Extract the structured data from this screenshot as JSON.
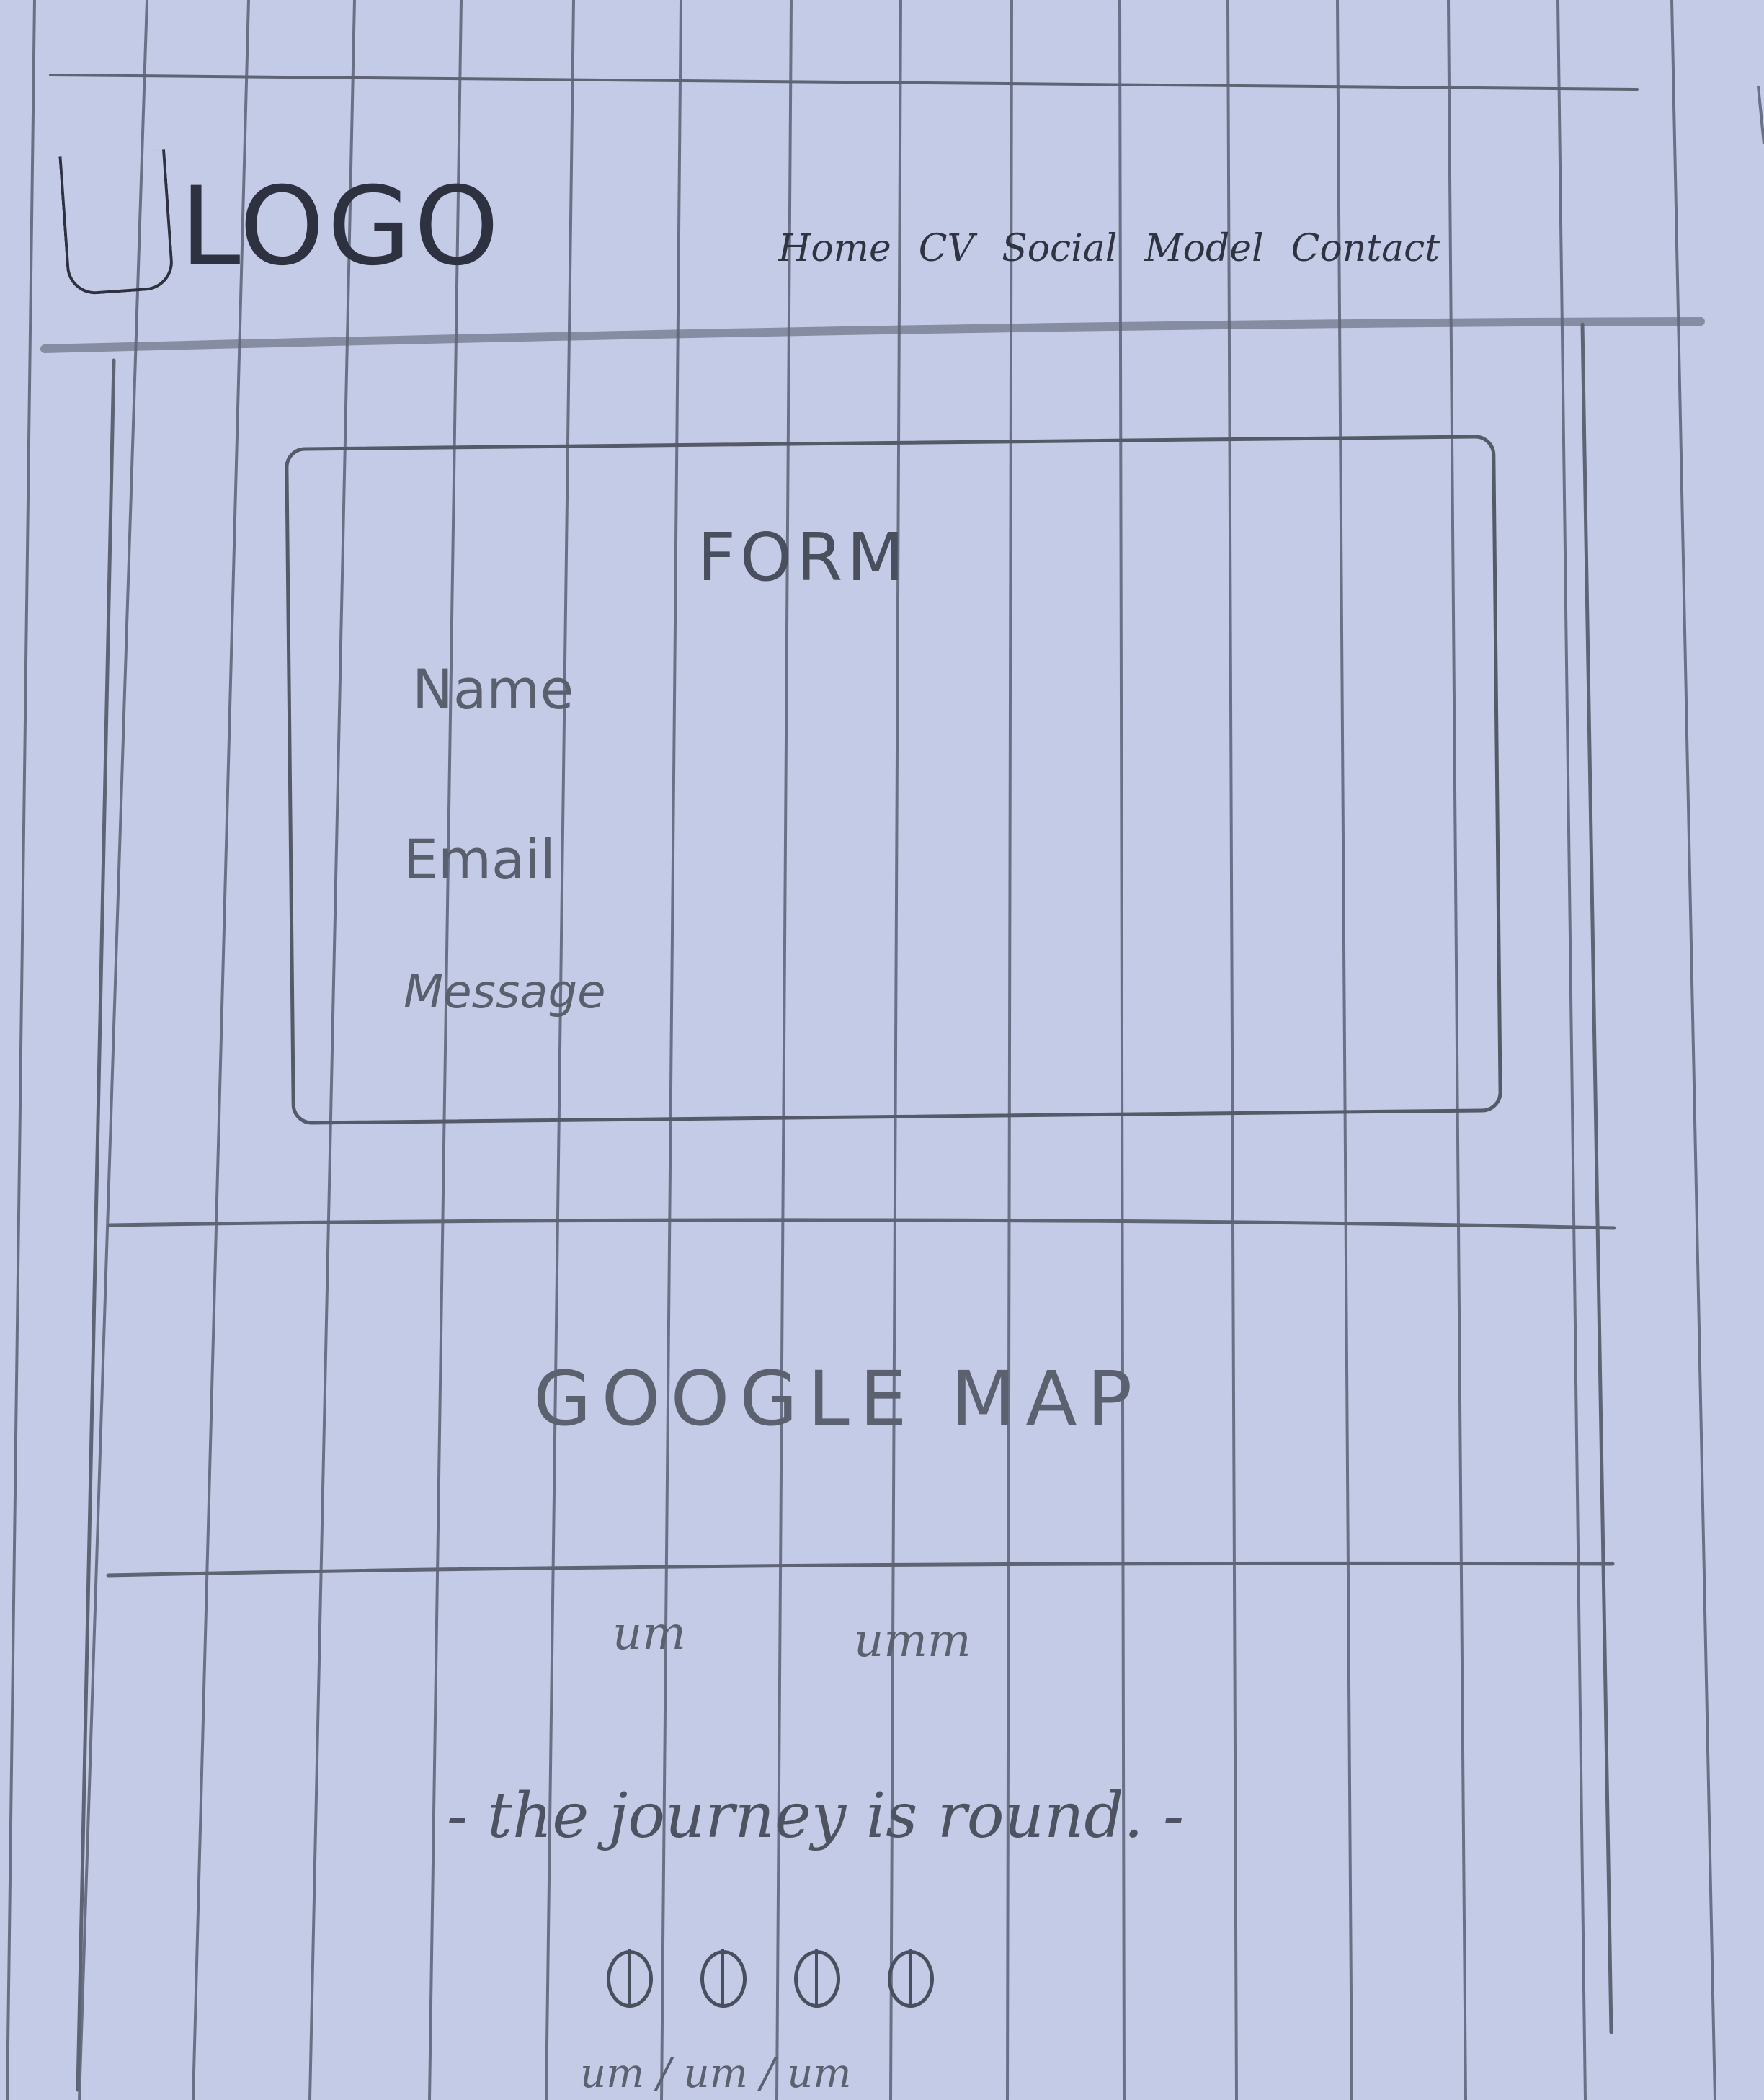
{
  "header": {
    "logo_text": "LOGO",
    "nav": [
      "Home",
      "CV",
      "Social",
      "Model",
      "Contact"
    ]
  },
  "form": {
    "title": "FORM",
    "fields": [
      "Name",
      "Email",
      "Message"
    ]
  },
  "map": {
    "label": "GOOGLE MAP"
  },
  "footer": {
    "scribbles": [
      "um",
      "umm",
      "um / um / um"
    ],
    "tagline": "- the journey is round. -",
    "social_icons": [
      "social-icon-1",
      "social-icon-2",
      "social-icon-3",
      "social-icon-4"
    ]
  },
  "colors": {
    "paper": "#c4cbe6",
    "rule_line": "#5b6174",
    "pencil": "#4a4f5e"
  }
}
